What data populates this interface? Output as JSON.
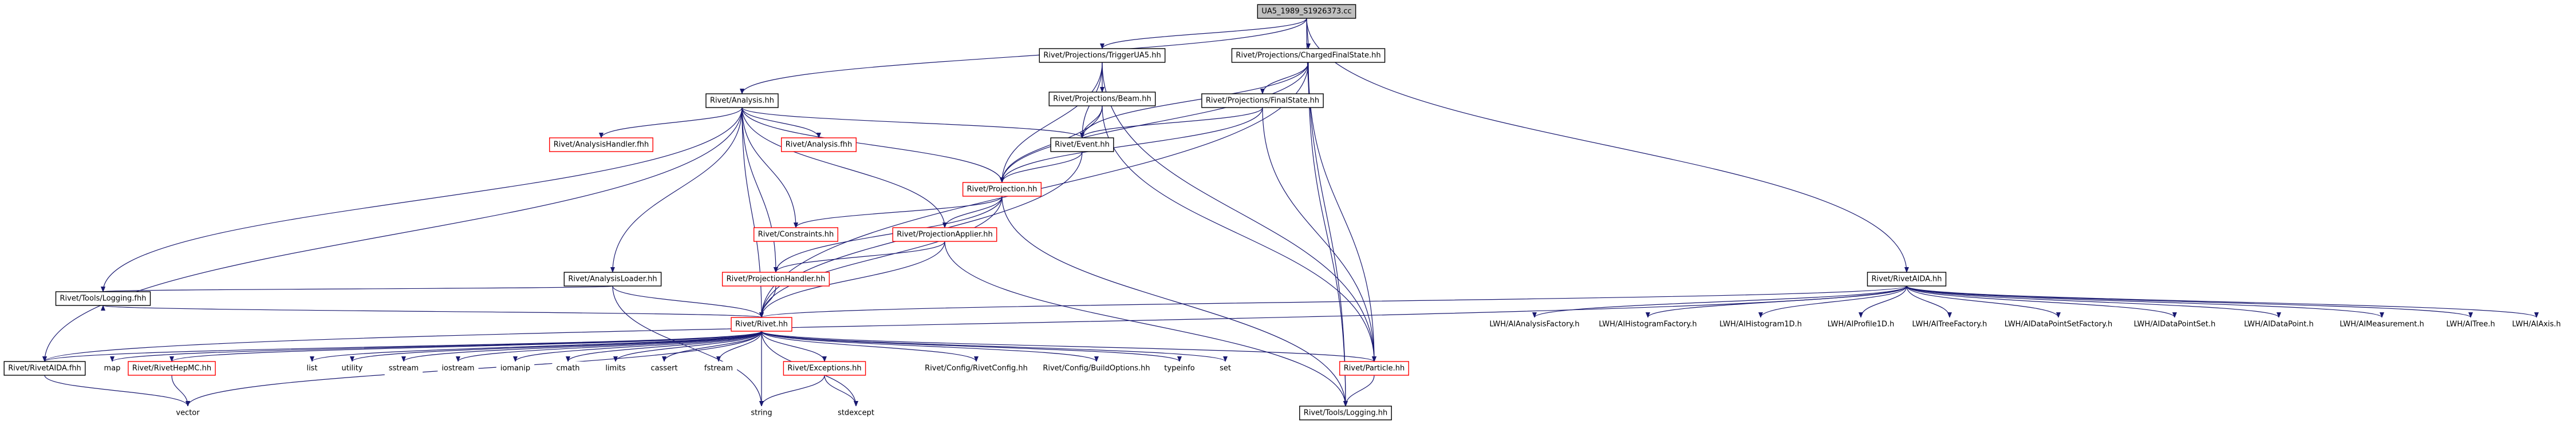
{
  "colors": {
    "edge": "#191970",
    "node_border": "#000000",
    "node_border_missing": "#ff0000",
    "root_fill": "#bfbfbf",
    "node_fill": "#ffffff",
    "text": "#000000"
  },
  "nodes": [
    {
      "id": "root",
      "label": "UA5_1989_S1926373.cc",
      "style": "root"
    },
    {
      "id": "trigger",
      "label": "Rivet/Projections/TriggerUA5.hh",
      "style": "box"
    },
    {
      "id": "cfs",
      "label": "Rivet/Projections/ChargedFinalState.hh",
      "style": "box"
    },
    {
      "id": "analysis",
      "label": "Rivet/Analysis.hh",
      "style": "box"
    },
    {
      "id": "beam",
      "label": "Rivet/Projections/Beam.hh",
      "style": "box"
    },
    {
      "id": "fs",
      "label": "Rivet/Projections/FinalState.hh",
      "style": "box"
    },
    {
      "id": "ahandlerf",
      "label": "Rivet/AnalysisHandler.fhh",
      "style": "missing"
    },
    {
      "id": "analysisf",
      "label": "Rivet/Analysis.fhh",
      "style": "missing"
    },
    {
      "id": "event",
      "label": "Rivet/Event.hh",
      "style": "box"
    },
    {
      "id": "projection",
      "label": "Rivet/Projection.hh",
      "style": "missing"
    },
    {
      "id": "constraints",
      "label": "Rivet/Constraints.hh",
      "style": "missing"
    },
    {
      "id": "papplier",
      "label": "Rivet/ProjectionApplier.hh",
      "style": "missing"
    },
    {
      "id": "aloader",
      "label": "Rivet/AnalysisLoader.hh",
      "style": "box"
    },
    {
      "id": "phandler",
      "label": "Rivet/ProjectionHandler.hh",
      "style": "missing"
    },
    {
      "id": "loggingf",
      "label": "Rivet/Tools/Logging.fhh",
      "style": "box"
    },
    {
      "id": "rivet",
      "label": "Rivet/Rivet.hh",
      "style": "missing"
    },
    {
      "id": "rivetaidaf",
      "label": "Rivet/RivetAIDA.fhh",
      "style": "box"
    },
    {
      "id": "map",
      "label": "map",
      "style": "plain"
    },
    {
      "id": "hepmc",
      "label": "Rivet/RivetHepMC.hh",
      "style": "missing"
    },
    {
      "id": "list",
      "label": "list",
      "style": "plain"
    },
    {
      "id": "utility",
      "label": "utility",
      "style": "plain"
    },
    {
      "id": "sstream",
      "label": "sstream",
      "style": "plain"
    },
    {
      "id": "iostream",
      "label": "iostream",
      "style": "plain"
    },
    {
      "id": "iomanip",
      "label": "iomanip",
      "style": "plain"
    },
    {
      "id": "cmath",
      "label": "cmath",
      "style": "plain"
    },
    {
      "id": "limits",
      "label": "limits",
      "style": "plain"
    },
    {
      "id": "cassert",
      "label": "cassert",
      "style": "plain"
    },
    {
      "id": "fstream",
      "label": "fstream",
      "style": "plain"
    },
    {
      "id": "exceptions",
      "label": "Rivet/Exceptions.hh",
      "style": "missing"
    },
    {
      "id": "config",
      "label": "Rivet/Config/RivetConfig.hh",
      "style": "plain"
    },
    {
      "id": "buildopt",
      "label": "Rivet/Config/BuildOptions.hh",
      "style": "plain"
    },
    {
      "id": "typeinfo",
      "label": "typeinfo",
      "style": "plain"
    },
    {
      "id": "set",
      "label": "set",
      "style": "plain"
    },
    {
      "id": "particle",
      "label": "Rivet/Particle.hh",
      "style": "missing"
    },
    {
      "id": "vector",
      "label": "vector",
      "style": "plain"
    },
    {
      "id": "string",
      "label": "string",
      "style": "plain"
    },
    {
      "id": "stdexcept",
      "label": "stdexcept",
      "style": "plain"
    },
    {
      "id": "logging",
      "label": "Rivet/Tools/Logging.hh",
      "style": "box"
    },
    {
      "id": "rivetaida",
      "label": "Rivet/RivetAIDA.hh",
      "style": "box"
    },
    {
      "id": "lwh1",
      "label": "LWH/AIAnalysisFactory.h",
      "style": "plain"
    },
    {
      "id": "lwh2",
      "label": "LWH/AIHistogramFactory.h",
      "style": "plain"
    },
    {
      "id": "lwh3",
      "label": "LWH/AIHistogram1D.h",
      "style": "plain"
    },
    {
      "id": "lwh4",
      "label": "LWH/AIProfile1D.h",
      "style": "plain"
    },
    {
      "id": "lwh5",
      "label": "LWH/AITreeFactory.h",
      "style": "plain"
    },
    {
      "id": "lwh6",
      "label": "LWH/AIDataPointSetFactory.h",
      "style": "plain"
    },
    {
      "id": "lwh7",
      "label": "LWH/AIDataPointSet.h",
      "style": "plain"
    },
    {
      "id": "lwh8",
      "label": "LWH/AIDataPoint.h",
      "style": "plain"
    },
    {
      "id": "lwh9",
      "label": "LWH/AIMeasurement.h",
      "style": "plain"
    },
    {
      "id": "lwh10",
      "label": "LWH/AITree.h",
      "style": "plain"
    },
    {
      "id": "lwh11",
      "label": "LWH/AIAxis.h",
      "style": "plain"
    }
  ],
  "edges": [
    [
      "root",
      "trigger"
    ],
    [
      "root",
      "cfs"
    ],
    [
      "root",
      "analysis"
    ],
    [
      "root",
      "rivetaida"
    ],
    [
      "root",
      "logging"
    ],
    [
      "trigger",
      "beam"
    ],
    [
      "trigger",
      "event"
    ],
    [
      "trigger",
      "projection"
    ],
    [
      "trigger",
      "particle"
    ],
    [
      "cfs",
      "fs"
    ],
    [
      "cfs",
      "event"
    ],
    [
      "cfs",
      "projection"
    ],
    [
      "cfs",
      "particle"
    ],
    [
      "cfs",
      "rivet"
    ],
    [
      "cfs",
      "logging"
    ],
    [
      "analysis",
      "ahandlerf"
    ],
    [
      "analysis",
      "analysisf"
    ],
    [
      "analysis",
      "event"
    ],
    [
      "analysis",
      "projection"
    ],
    [
      "analysis",
      "constraints"
    ],
    [
      "analysis",
      "papplier"
    ],
    [
      "analysis",
      "aloader"
    ],
    [
      "analysis",
      "phandler"
    ],
    [
      "analysis",
      "loggingf"
    ],
    [
      "analysis",
      "rivet"
    ],
    [
      "analysis",
      "rivetaidaf"
    ],
    [
      "beam",
      "event"
    ],
    [
      "beam",
      "projection"
    ],
    [
      "beam",
      "particle"
    ],
    [
      "fs",
      "event"
    ],
    [
      "fs",
      "projection"
    ],
    [
      "fs",
      "particle"
    ],
    [
      "event",
      "projection"
    ],
    [
      "event",
      "rivet"
    ],
    [
      "projection",
      "constraints"
    ],
    [
      "projection",
      "papplier"
    ],
    [
      "projection",
      "phandler"
    ],
    [
      "projection",
      "rivet"
    ],
    [
      "projection",
      "logging"
    ],
    [
      "papplier",
      "phandler"
    ],
    [
      "papplier",
      "rivet"
    ],
    [
      "papplier",
      "logging"
    ],
    [
      "phandler",
      "rivet"
    ],
    [
      "aloader",
      "rivet"
    ],
    [
      "aloader",
      "loggingf"
    ],
    [
      "aloader",
      "string"
    ],
    [
      "rivet",
      "rivetaidaf"
    ],
    [
      "rivet",
      "map"
    ],
    [
      "rivet",
      "hepmc"
    ],
    [
      "rivet",
      "list"
    ],
    [
      "rivet",
      "utility"
    ],
    [
      "rivet",
      "sstream"
    ],
    [
      "rivet",
      "iostream"
    ],
    [
      "rivet",
      "iomanip"
    ],
    [
      "rivet",
      "cmath"
    ],
    [
      "rivet",
      "limits"
    ],
    [
      "rivet",
      "cassert"
    ],
    [
      "rivet",
      "fstream"
    ],
    [
      "rivet",
      "exceptions"
    ],
    [
      "rivet",
      "config"
    ],
    [
      "rivet",
      "buildopt"
    ],
    [
      "rivet",
      "typeinfo"
    ],
    [
      "rivet",
      "set"
    ],
    [
      "rivet",
      "particle"
    ],
    [
      "rivet",
      "vector"
    ],
    [
      "rivet",
      "string"
    ],
    [
      "rivet",
      "stdexcept"
    ],
    [
      "rivet",
      "loggingf"
    ],
    [
      "rivetaidaf",
      "vector"
    ],
    [
      "hepmc",
      "vector"
    ],
    [
      "exceptions",
      "string"
    ],
    [
      "exceptions",
      "stdexcept"
    ],
    [
      "particle",
      "logging"
    ],
    [
      "rivetaida",
      "rivetaidaf"
    ],
    [
      "rivetaida",
      "rivet"
    ],
    [
      "rivetaida",
      "lwh1"
    ],
    [
      "rivetaida",
      "lwh2"
    ],
    [
      "rivetaida",
      "lwh3"
    ],
    [
      "rivetaida",
      "lwh4"
    ],
    [
      "rivetaida",
      "lwh5"
    ],
    [
      "rivetaida",
      "lwh6"
    ],
    [
      "rivetaida",
      "lwh7"
    ],
    [
      "rivetaida",
      "lwh8"
    ],
    [
      "rivetaida",
      "lwh9"
    ],
    [
      "rivetaida",
      "lwh10"
    ],
    [
      "rivetaida",
      "lwh11"
    ]
  ]
}
